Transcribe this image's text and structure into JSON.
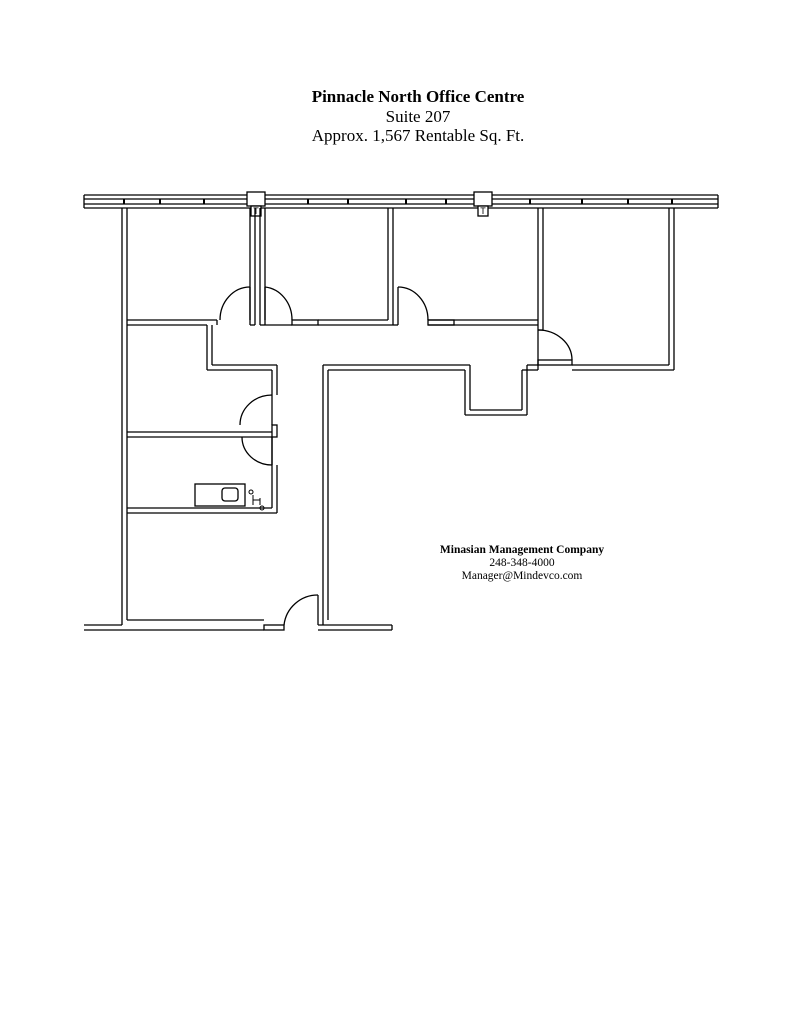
{
  "header": {
    "title": "Pinnacle North Office Centre",
    "suite": "Suite 207",
    "area": "Approx. 1,567 Rentable Sq. Ft."
  },
  "company": {
    "name": "Minasian Management Company",
    "phone": "248-348-4000",
    "email": "Manager@Mindevco.com"
  },
  "plan": {
    "column_marks": [
      "T",
      "T"
    ]
  }
}
